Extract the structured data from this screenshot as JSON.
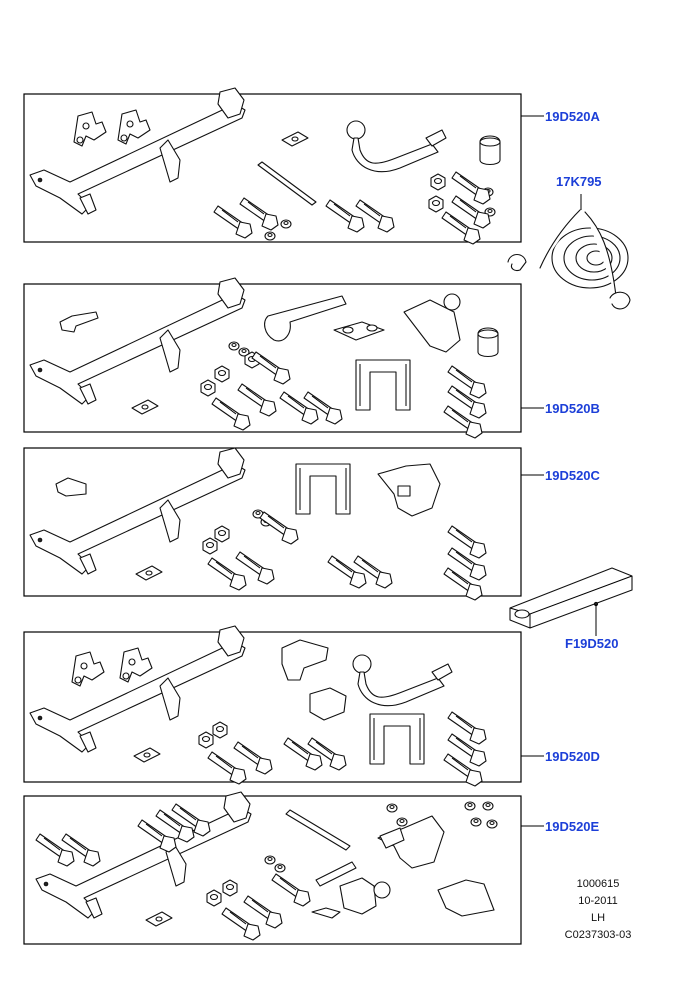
{
  "callouts": {
    "c19D520A": "19D520A",
    "c17K795": "17K795",
    "c19D520B": "19D520B",
    "c19D520C": "19D520C",
    "cF19D520": "F19D520",
    "c19D520D": "19D520D",
    "c19D520E": "19D520E"
  },
  "footer": {
    "line1": "1000615",
    "line2": "10-2011",
    "line3": "LH",
    "line4": "C0237303-03"
  },
  "colors": {
    "callout": "#1c3fd8",
    "line": "#000000"
  }
}
